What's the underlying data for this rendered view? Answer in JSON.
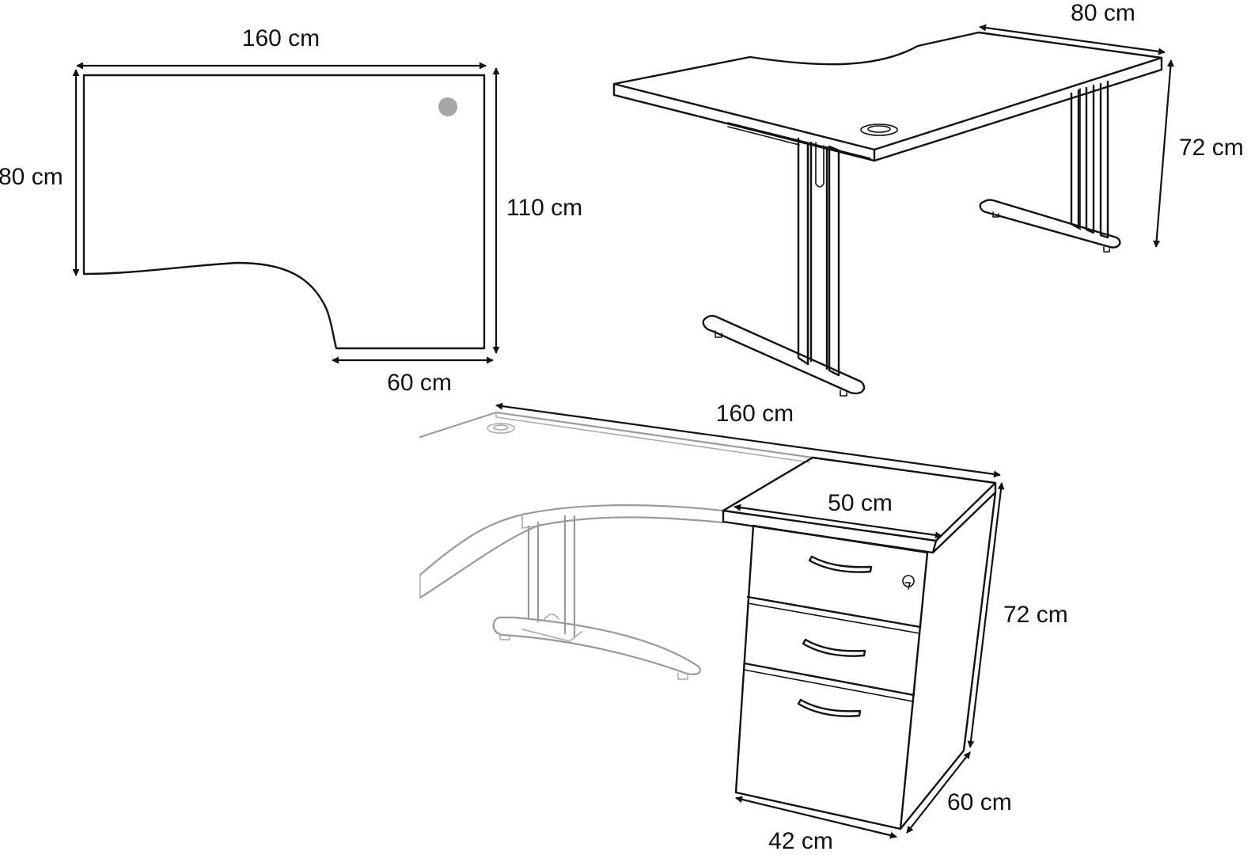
{
  "colors": {
    "line": "#111111",
    "ghost_line": "#9a9a9a",
    "grommet_fill": "#a6a6a6",
    "background": "#ffffff"
  },
  "top_view": {
    "width_label": "160 cm",
    "left_depth_label": "80 cm",
    "right_depth_label": "110 cm",
    "return_width_label": "60 cm"
  },
  "desk_perspective": {
    "depth_label": "80 cm",
    "height_label": "72 cm"
  },
  "pedestal_view": {
    "desk_width_label": "160 cm",
    "top_width_label": "50 cm",
    "height_label": "72 cm",
    "depth_label": "60 cm",
    "front_width_label": "42 cm"
  }
}
